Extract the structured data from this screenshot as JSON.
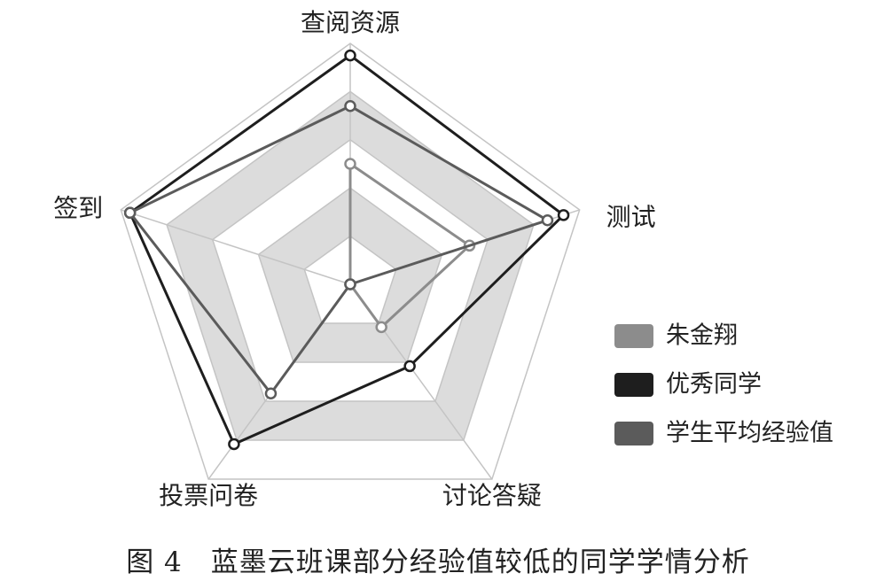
{
  "caption": "图 4　蓝墨云班课部分经验值较低的同学学情分析",
  "chart_data": {
    "type": "radar",
    "axes": [
      "查阅资源",
      "测试",
      "讨论答疑",
      "投票问卷",
      "签到"
    ],
    "rlim": [
      0,
      100
    ],
    "rings": 5,
    "grid": true,
    "legend_position": "right",
    "series": [
      {
        "name": "朱金翔",
        "color": "#8c8c8c",
        "values": [
          50,
          52,
          22,
          0,
          0
        ]
      },
      {
        "name": "优秀同学",
        "color": "#1e1e1e",
        "values": [
          95,
          93,
          42,
          82,
          96
        ]
      },
      {
        "name": "学生平均经验值",
        "color": "#5b5b5b",
        "values": [
          74,
          86,
          0,
          56,
          96
        ]
      }
    ]
  }
}
